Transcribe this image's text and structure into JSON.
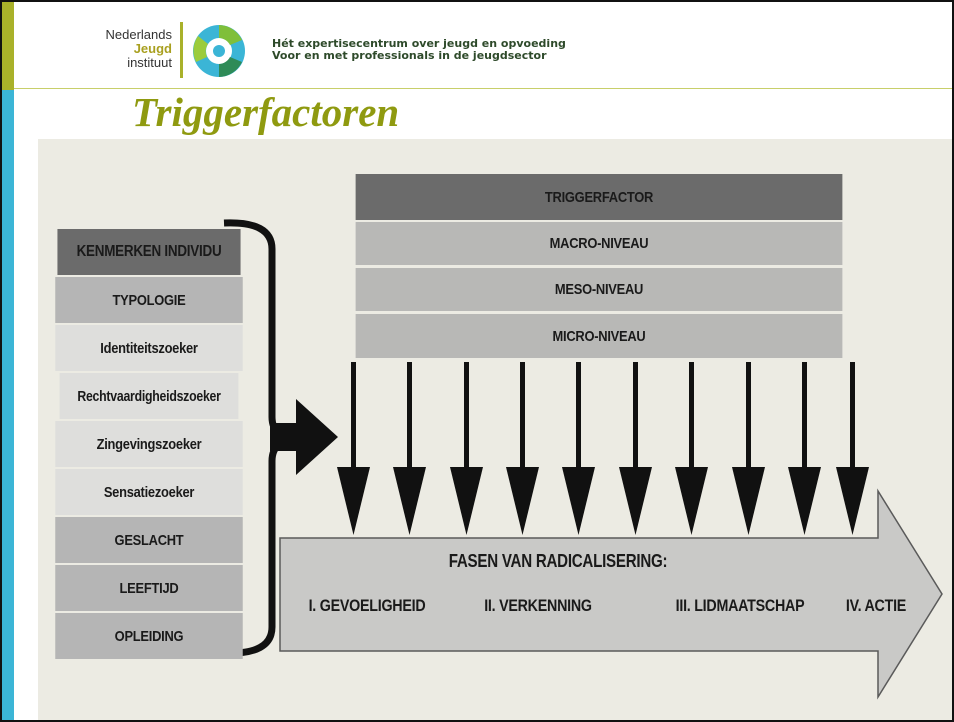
{
  "header": {
    "logo": {
      "line1": "Nederlands",
      "line2": "Jeugd",
      "line3": "instituut"
    },
    "tagline": {
      "line1": "Hét expertisecentrum over jeugd en opvoeding",
      "line2": "Voor en met professionals in de jeugdsector"
    }
  },
  "slide": {
    "title": "Triggerfactoren"
  },
  "diagram": {
    "left_column": {
      "header": "KENMERKEN INDIVIDU",
      "items": [
        "TYPOLOGIE",
        "Identiteitszoeker",
        "Rechtvaardigheidszoeker",
        "Zingevingszoeker",
        "Sensatiezoeker",
        "GESLACHT",
        "LEEFTIJD",
        "OPLEIDING"
      ]
    },
    "top_block": {
      "header": "TRIGGERFACTOR",
      "levels": [
        "MACRO-NIVEAU",
        "MESO-NIVEAU",
        "MICRO-NIVEAU"
      ]
    },
    "arrow": {
      "title": "FASEN VAN RADICALISERING:",
      "phases": [
        "I. GEVOELIGHEID",
        "II. VERKENNING",
        "III. LIDMAATSCHAP",
        "IV. ACTIE"
      ]
    }
  },
  "colors": {
    "olive": "#a9b12a",
    "blue": "#3bb5d6",
    "title": "#8f9a10",
    "panel": "#ecebe3"
  }
}
